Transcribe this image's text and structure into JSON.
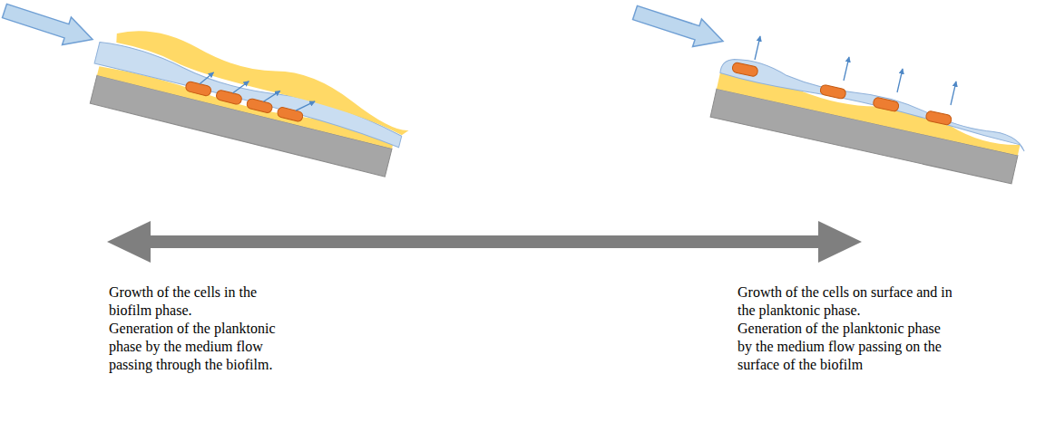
{
  "diagram": {
    "labels": [
      "Growth of the cells in the biofilm phase.",
      "Generation of the planktonic phase by the medium flow passing through the biofilm.",
      "Growth of the cells on surface and in the planktonic phase.",
      "Generation of the planktonic phase by the medium flow passing on the surface of the biofilm"
    ]
  }
}
